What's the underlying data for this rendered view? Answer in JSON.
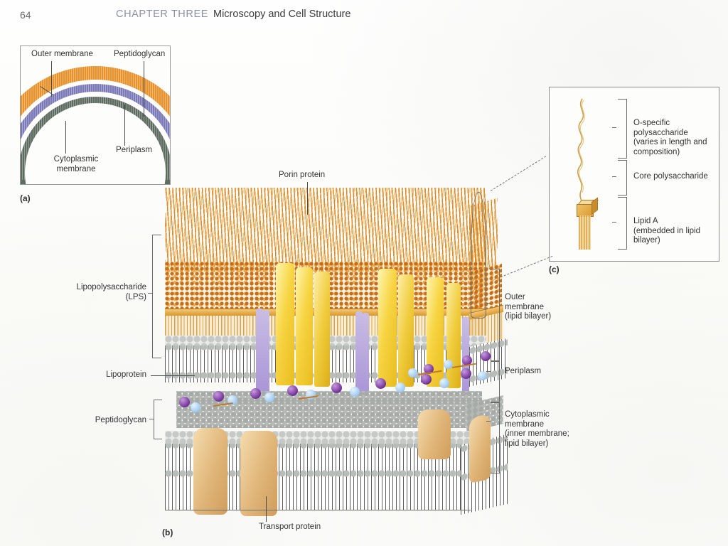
{
  "header": {
    "page_number": "64",
    "chapter": "CHAPTER THREE",
    "title": "Microscopy and Cell Structure"
  },
  "panel_a": {
    "caption": "(a)",
    "labels": {
      "outer_membrane": "Outer membrane",
      "peptidoglycan": "Peptidoglycan",
      "periplasm": "Periplasm",
      "cytoplasmic_membrane": "Cytoplasmic\nmembrane"
    },
    "layer_colors": {
      "outer_membrane": "#e8922c",
      "peptidoglycan": "#7b79b8",
      "periplasm": "#ffffff",
      "cytoplasmic_membrane": "#5d6b60"
    }
  },
  "panel_b": {
    "caption": "(b)",
    "labels": {
      "porin_protein": "Porin protein",
      "lipopolysaccharide": "Lipopolysaccharide\n(LPS)",
      "lipoprotein": "Lipoprotein",
      "peptidoglycan": "Peptidoglycan",
      "outer_membrane": "Outer\nmembrane\n(lipid bilayer)",
      "periplasm": "Periplasm",
      "cytoplasmic_membrane": "Cytoplasmic\nmembrane\n(inner membrane;\nlipid bilayer)",
      "transport_protein": "Transport protein"
    },
    "element_colors": {
      "lps_chains": "#d67c18",
      "lipid_a": "#d9972c",
      "porin": "#f7d442",
      "lipoprotein": "#a995d6",
      "phospholipid_head": "#b9bdb9",
      "peptidoglycan_purple": "#6f2f94",
      "peptidoglycan_blue": "#9ec9ef",
      "transport_protein": "#e0b578"
    }
  },
  "panel_c": {
    "caption": "(c)",
    "labels": {
      "o_specific": "O-specific polysaccharide\n(varies in length and\ncomposition)",
      "core": "Core polysaccharide",
      "lipid_a": "Lipid A\n(embedded in lipid bilayer)"
    }
  }
}
